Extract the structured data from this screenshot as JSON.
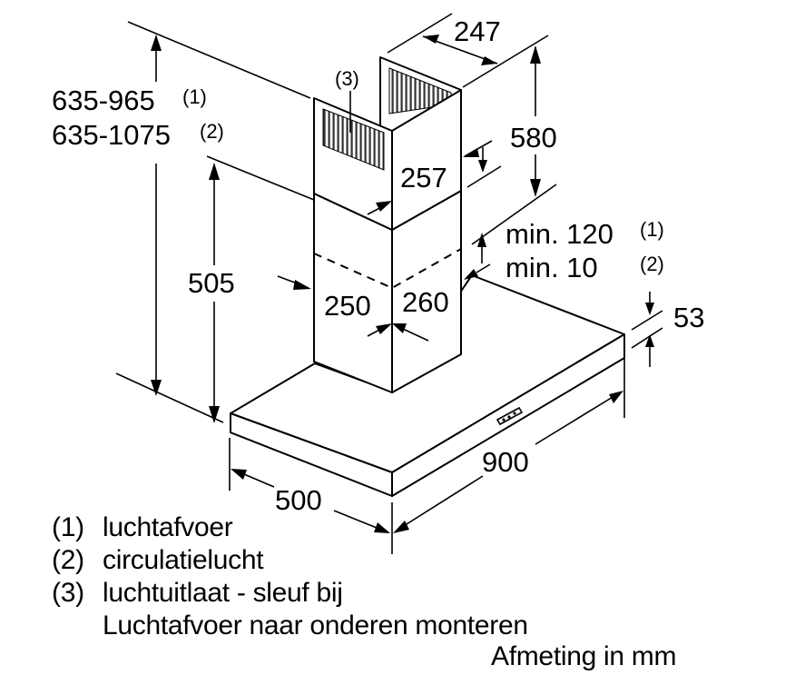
{
  "diagram": {
    "subject": "Chimney cooker hood dimension drawing",
    "dimensions": {
      "total_height_1": "635-965",
      "total_height_1_note": "(1)",
      "total_height_2": "635-1075",
      "total_height_2_note": "(2)",
      "lower_chimney_height": "505",
      "upper_chimney_height": "580",
      "upper_chimney_depth": "247",
      "upper_chimney_width": "257",
      "lower_chimney_depth": "250",
      "lower_chimney_width": "260",
      "overlap_1": "min. 120",
      "overlap_1_note": "(1)",
      "overlap_2": "min. 10",
      "overlap_2_note": "(2)",
      "canopy_thickness": "53",
      "canopy_depth": "500",
      "canopy_width": "900",
      "slot_callout": "(3)"
    },
    "legend": [
      {
        "num": "(1)",
        "text": "luchtafvoer"
      },
      {
        "num": "(2)",
        "text": "circulatielucht"
      },
      {
        "num": "(3)",
        "text": "luchtuitlaat - sleuf bij"
      },
      {
        "num": "",
        "text": "Luchtafvoer naar onderen monteren"
      }
    ],
    "units_note": "Afmeting in mm"
  }
}
